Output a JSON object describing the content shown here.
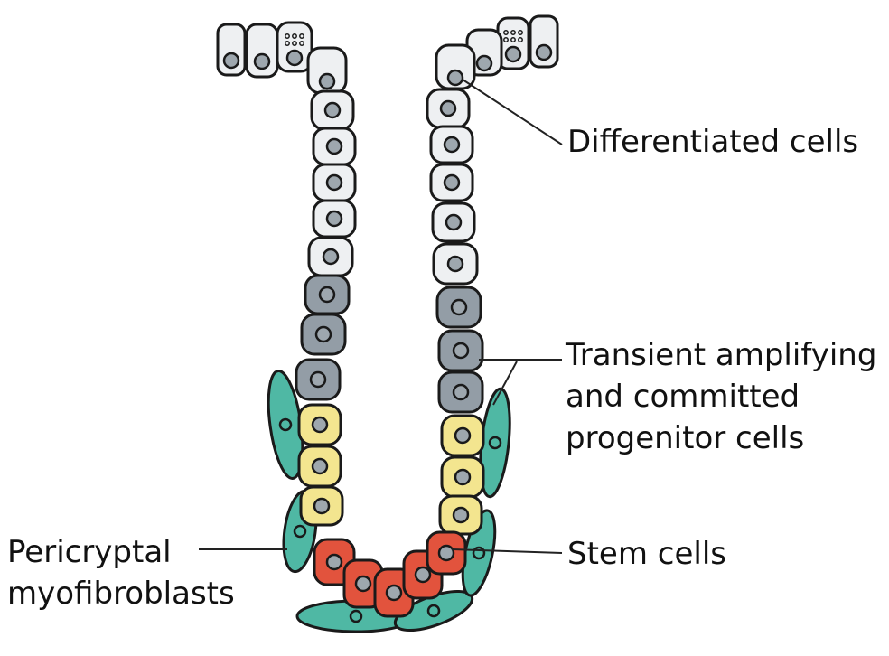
{
  "labels": {
    "differentiated": "Differentiated cells",
    "transient": [
      "Transient amplifying",
      "and committed",
      "progenitor cells"
    ],
    "stem": "Stem cells",
    "pericryptal": [
      "Pericryptal",
      "myofibroblasts"
    ]
  },
  "colors": {
    "differentiated_cell": "#eef0f2",
    "transient_cell": "#939da6",
    "committed_cell": "#f3e58f",
    "stem_cell": "#e2533d",
    "myofibroblast": "#4fb8a4",
    "nucleus": "#9ea7ae",
    "outline": "#1a1a1a"
  }
}
